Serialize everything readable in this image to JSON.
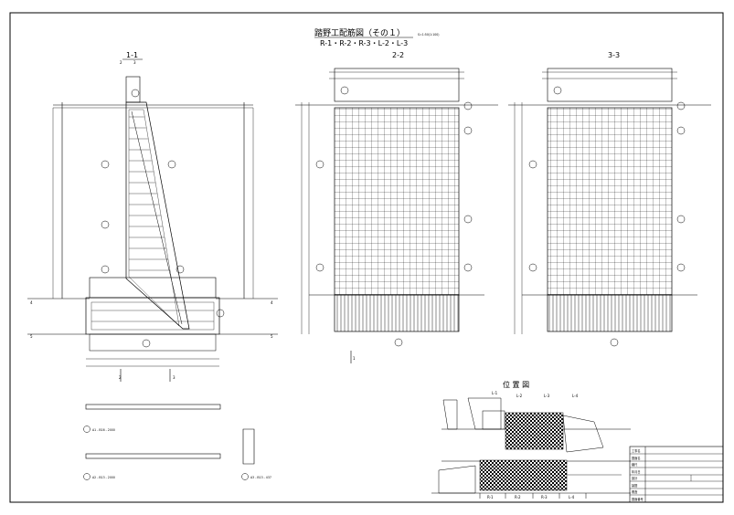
{
  "title": "踏野工配筋図（その１）",
  "scale": "S=1:50(1:100)",
  "subtitle": "R-1・R-2・R-3・L-2・L-3",
  "sections": {
    "s11": "1-1",
    "s22": "2-2",
    "s33": "3-3"
  },
  "markers": {
    "m2": "2",
    "m3": "3",
    "m4": "4",
    "m5": "5",
    "m1": "1"
  },
  "location_plan": {
    "title": "位 置 図",
    "top_labels": [
      "L-1",
      "L-2",
      "L-3",
      "L-4"
    ],
    "bottom_labels": [
      "R-1",
      "R-2",
      "R-3",
      "L-4"
    ]
  },
  "bar_details": {
    "a": "A1 - B16 - 2000",
    "b": "A2 - B13 - 2000",
    "c": "A3 - B13 - 437"
  },
  "title_block": {
    "rows": [
      "工事名",
      "図面名",
      "縮尺",
      "年月日",
      "設計",
      "製図",
      "照査",
      "図面番号"
    ]
  }
}
